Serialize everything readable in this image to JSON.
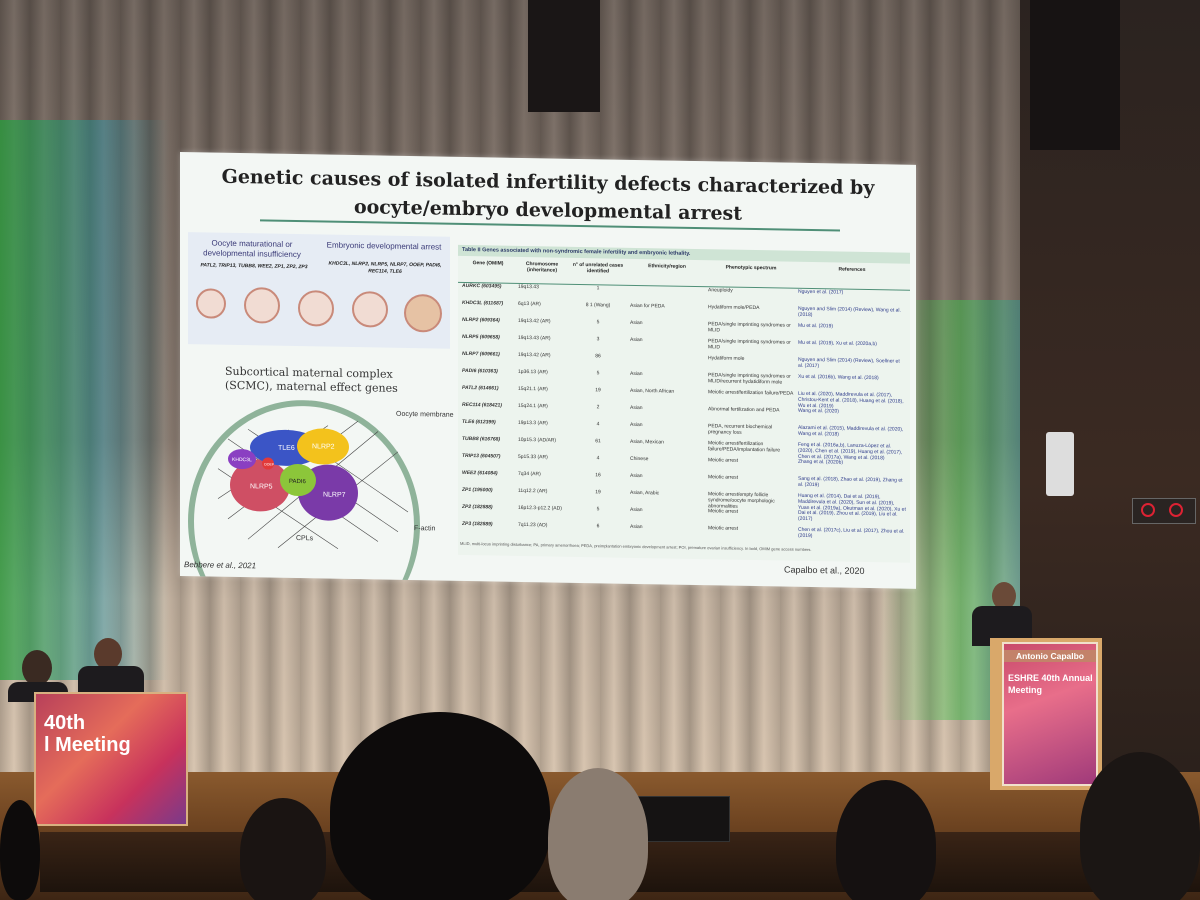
{
  "slide": {
    "title_line1": "Genetic causes of isolated infertility defects characterized by",
    "title_line2": "oocyte/embryo developmental arrest",
    "left_panel": {
      "col1_header": "Oocyte maturational or developmental insufficiency",
      "col1_genes": "PATL2, TRIP13, TUBB8, WEE2, ZP1, ZP2, ZP3",
      "col2_header": "Embryonic developmental arrest",
      "col2_genes": "KHDC3L, NLRP2, NLRP5, NLRP7, OOEP, PADI6, REC114, TLE6",
      "scmc_title": "Subcortical maternal complex (SCMC), maternal effect genes",
      "oocyte_membrane": "Oocyte membrane",
      "f_actin": "F-actin",
      "cpls": "CPLs",
      "proteins": {
        "tle6": "TLE6",
        "nlrp2": "NLRP2",
        "khdc3l": "KHDC3L",
        "ooep": "OOEP",
        "nlrp5": "NLRP5",
        "padi6": "PADI6",
        "nlrp7": "NLRP7"
      },
      "colors": {
        "tle6": "#3b55c6",
        "nlrp2": "#f3c21c",
        "khdc3l": "#8a3fc2",
        "ooep": "#e23a3a",
        "nlrp5": "#cf4f64",
        "padi6": "#8cc63a",
        "nlrp7": "#7a3aa8"
      }
    },
    "table": {
      "caption": "Table II Genes associated with non-syndromic female infertility and embryonic lethality.",
      "headers": [
        "Gene (OMIM)",
        "Chromosome (inheritance)",
        "n° of unrelated cases identified",
        "Ethnicity/region",
        "Phenotypic spectrum",
        "References"
      ],
      "rows": [
        {
          "gene": "AURKC (603495)",
          "chrom": "19q13.43",
          "n": "1",
          "eth": "",
          "pheno": "Aneuploidy",
          "ref": "Nguyen et al. (2017)"
        },
        {
          "gene": "KHDC3L (611687)",
          "chrom": "6q13 (AR)",
          "n": "8 1 (Wang)",
          "eth": "Asian for PEDA",
          "pheno": "Hydatiform mole/PEDA",
          "ref": "Nguyen and Slim (2014) (Review), Wang et al. (2018)"
        },
        {
          "gene": "NLRP2 (609364)",
          "chrom": "19q13.42 (AR)",
          "n": "5",
          "eth": "Asian",
          "pheno": "PEDA/single imprinting syndromes or MLID",
          "ref": "Mu et al. (2019)"
        },
        {
          "gene": "NLRP5 (609658)",
          "chrom": "19q13.43 (AR)",
          "n": "3",
          "eth": "Asian",
          "pheno": "PEDA/single imprinting syndromes or MLID",
          "ref": "Mu et al. (2019), Xu et al. (2020a,b)"
        },
        {
          "gene": "NLRP7 (609661)",
          "chrom": "19q13.42 (AR)",
          "n": "86",
          "eth": "",
          "pheno": "Hydatiform mole",
          "ref": "Nguyen and Slim (2014) (Review), Soellner et al. (2017)"
        },
        {
          "gene": "PADI6 (610363)",
          "chrom": "1p36.13 (AR)",
          "n": "5",
          "eth": "Asian",
          "pheno": "PEDA/single imprinting syndromes or MLID/recurrent hydatidiform mole",
          "ref": "Xu et al. (2016b), Wang et al. (2018)"
        },
        {
          "gene": "PATL2 (614661)",
          "chrom": "15q21.1 (AR)",
          "n": "19",
          "eth": "Asian, North African",
          "pheno": "Meiotic arrest/fertilization failure/PEDA",
          "ref": "Liu et al. (2020), Maddirevula et al. (2017), Christou-Kent et al. (2018), Huang et al. (2018), Wu et al. (2019)"
        },
        {
          "gene": "REC114 (618421)",
          "chrom": "15q24.1 (AR)",
          "n": "2",
          "eth": "Asian",
          "pheno": "Abnormal fertilization and PEDA",
          "ref": "Wang et al. (2020)"
        },
        {
          "gene": "TLE6 (612399)",
          "chrom": "19p13.3 (AR)",
          "n": "4",
          "eth": "Asian",
          "pheno": "PEDA, recurrent biochemical pregnancy loss",
          "ref": "Alazami et al. (2015), Maddirevula et al. (2020), Wang et al. (2018)"
        },
        {
          "gene": "TUBB8 (616768)",
          "chrom": "10p15.3 (AD/AR)",
          "n": "61",
          "eth": "Asian, Mexican",
          "pheno": "Meiotic arrest/fertilization failure/PEDA/implantation failure",
          "ref": "Feng et al. (2016a,b), Lanuza-López et al. (2020), Chen et al. (2019), Huang et al. (2017), Chen et al. (2017a), Wang et al. (2018)"
        },
        {
          "gene": "TRIP13 (604507)",
          "chrom": "5p15.33 (AR)",
          "n": "4",
          "eth": "Chinese",
          "pheno": "Meiotic arrest",
          "ref": "Zhang et al. (2020b)"
        },
        {
          "gene": "WEE2 (614084)",
          "chrom": "7q34 (AR)",
          "n": "16",
          "eth": "Asian",
          "pheno": "Meiotic arrest",
          "ref": "Sang et al. (2018), Zhao et al. (2019), Zhang et al. (2019)"
        },
        {
          "gene": "ZP1 (195000)",
          "chrom": "11q12.2 (AR)",
          "n": "19",
          "eth": "Asian, Arabic",
          "pheno": "Meiotic arrest/empty follicle syndrome/oocyte morphologic abnormalities",
          "ref": "Huang et al. (2014), Dai et al. (2019), Maddirevula et al. (2020), Sun et al. (2019), Yuan et al. (2019a), Okutman et al. (2020), Xu et al. (2020a), Zhou et al. (2019), Yang et al. (2019)"
        },
        {
          "gene": "ZP2 (182888)",
          "chrom": "16p12.3-p12.2 (AD)",
          "n": "5",
          "eth": "Asian",
          "pheno": "Meiotic arrest",
          "ref": "Dai et al. (2019), Zhou et al. (2019), Liu et al. (2017)"
        },
        {
          "gene": "ZP3 (182889)",
          "chrom": "7q11.23 (AD)",
          "n": "6",
          "eth": "Asian",
          "pheno": "Meiotic arrest",
          "ref": "Chen et al. (2017c), Liu et al. (2017), Zhou et al. (2019)"
        }
      ],
      "footnote": "MLID, multi-locus imprinting disturbance; PA, primary amenorrhoea; PEDA, preimplantation embryonic development arrest; POI, premature ovarian insufficiency. In bold, OMIM gene access numbers."
    },
    "citation_left": "Bebbere et al., 2021",
    "citation_right": "Capalbo et al., 2020"
  },
  "lectern_right": {
    "name": "Antonio Capalbo",
    "event": "ESHRE 40th Annual Meeting"
  },
  "lectern_left": {
    "text": "40th\nl Meeting"
  },
  "colors": {
    "curtain": "#8a7b70",
    "stage": "#8a5a2e",
    "slide_bg": "#f3f7f4",
    "accent_rule": "#4f8f77"
  }
}
